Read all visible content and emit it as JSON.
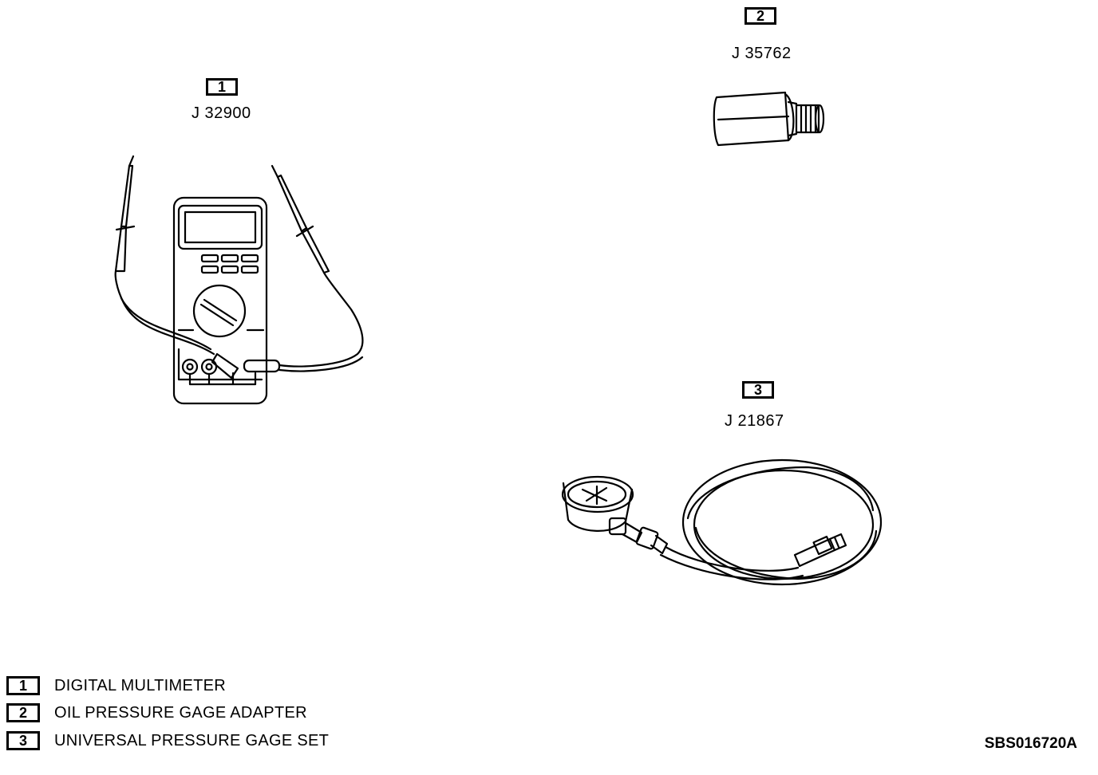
{
  "tools": [
    {
      "number": "1",
      "part_number": "J 32900"
    },
    {
      "number": "2",
      "part_number": "J 35762"
    },
    {
      "number": "3",
      "part_number": "J 21867"
    }
  ],
  "legend": [
    {
      "number": "1",
      "text": "DIGITAL MULTIMETER"
    },
    {
      "number": "2",
      "text": "OIL PRESSURE GAGE ADAPTER"
    },
    {
      "number": "3",
      "text": "UNIVERSAL PRESSURE GAGE SET"
    }
  ],
  "figure_id": "SBS016720A"
}
